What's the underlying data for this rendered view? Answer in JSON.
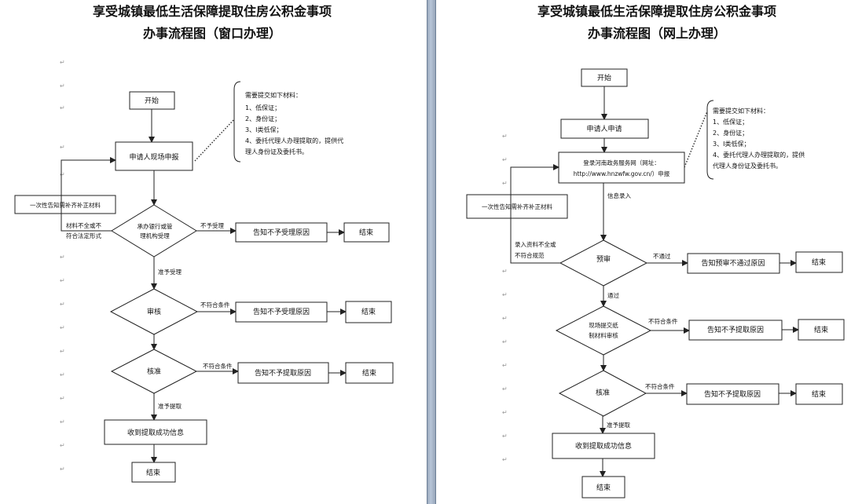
{
  "left": {
    "title_line1": "享受城镇最低生活保障提取住房公积金事项",
    "title_line2": "办事流程图（窗口办理）",
    "nodes": {
      "start": "开始",
      "apply": "申请人现场申报",
      "notify_fix": "一次性告知需补齐补正材料",
      "decision1_line1": "承办银行或管",
      "decision1_line2": "理机构受理",
      "reject_accept": "告知不予受理原因",
      "end_reject1": "结束",
      "review": "审核",
      "reject_review": "告知不予受理原因",
      "end_reject2": "结束",
      "approve": "核准",
      "reject_approve": "告知不予提取原因",
      "end_reject3": "结束",
      "success": "收到提取成功信息",
      "end": "结束"
    },
    "edges": {
      "not_accept": "不予受理",
      "incomplete_line1": "材料不全或不",
      "incomplete_line2": "符合法定形式",
      "accept": "准予受理",
      "not_qualified1": "不符合条件",
      "not_qualified2": "不符合条件",
      "allow_withdraw": "准予提取"
    },
    "materials": {
      "header": "需要提交如下材料：",
      "items": [
        "1、低保证；",
        "2、身份证；",
        "3、Ⅰ类低保；",
        "4、委托代理人办理提取的，提供代",
        "理人身份证及委托书。"
      ]
    }
  },
  "right": {
    "title_line1": "享受城镇最低生活保障提取住房公积金事项",
    "title_line2": "办事流程图（网上办理）",
    "nodes": {
      "start": "开始",
      "apply": "申请人申请",
      "login_line1": "登录河南政务服务网（网址：",
      "login_line2": "http://www.hnzwfw.gov.cn/）申报",
      "notify_fix": "一次性告知需补齐补正材料",
      "precheck": "预审",
      "reject_precheck": "告知预审不通过原因",
      "end_reject1": "结束",
      "onsite_line1": "现场提交纸",
      "onsite_line2": "制材料审核",
      "reject_onsite": "告知不予提取原因",
      "end_reject2": "结束",
      "approve": "核准",
      "reject_approve": "告知不予提取原因",
      "end_reject3": "结束",
      "success": "收到提取成功信息",
      "end": "结束"
    },
    "edges": {
      "info_entry": "信息录入",
      "incomplete_line1": "录入资料不全或",
      "incomplete_line2": "不符合规范",
      "not_pass": "不通过",
      "pass": "通过",
      "not_qualified1": "不符合条件",
      "not_qualified2": "不符合条件",
      "allow_withdraw": "准予提取"
    },
    "materials": {
      "header": "需要提交如下材料：",
      "items": [
        "1、低保证；",
        "2、身份证；",
        "3、Ⅰ类低保；",
        "4、委托代理人办理提取的，提供",
        "代理人身份证及委托书。"
      ]
    }
  },
  "colors": {
    "gutter": "#b8c6d8",
    "ink": "#222222",
    "paper": "#ffffff"
  }
}
